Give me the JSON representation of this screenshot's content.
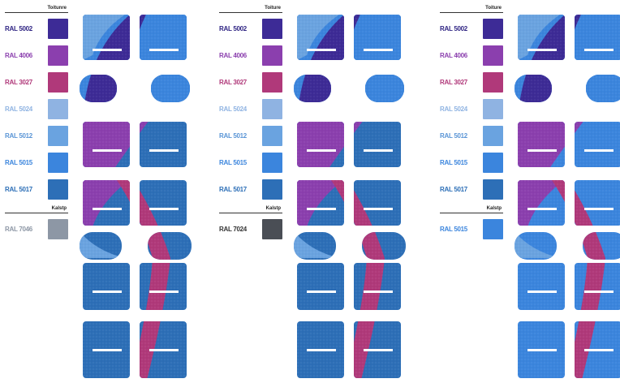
{
  "colors": {
    "RAL 5002": "#3d2b96",
    "RAL 4006": "#8b3fae",
    "RAL 3027": "#b0397a",
    "RAL 5024": "#8fb3e2",
    "RAL 5012": "#6aa3e0",
    "RAL 5015": "#3b85dd",
    "RAL 5017": "#2d6fb7",
    "RAL 7046": "#8d97a5",
    "RAL 7024": "#4a4e55"
  },
  "panels": [
    {
      "header": "Toitunre",
      "colors": [
        {
          "label": "RAL 5002",
          "hex": "#3d2b96",
          "text": "#2f2483"
        },
        {
          "label": "RAL 4006",
          "hex": "#8b3fae",
          "text": "#8b3fae"
        },
        {
          "label": "RAL 3027",
          "hex": "#b0397a",
          "text": "#b0397a"
        },
        {
          "label": "RAL 5024",
          "hex": "#8fb3e2",
          "text": "#8fb3e2"
        },
        {
          "label": "RAL 5012",
          "hex": "#6aa3e0",
          "text": "#5a95d6"
        },
        {
          "label": "RAL 5015",
          "hex": "#3b85dd",
          "text": "#3b85dd"
        },
        {
          "label": "RAL 5017",
          "hex": "#2d6fb7",
          "text": "#2d6fb7"
        }
      ],
      "secondary_header": "Kalstp",
      "secondary": [
        {
          "label": "RAL 7046",
          "hex": "#8d97a5",
          "text": "#8d97a5"
        }
      ]
    },
    {
      "header": "Toiture",
      "colors": [
        {
          "label": "RAL 5002",
          "hex": "#3d2b96",
          "text": "#2f2483"
        },
        {
          "label": "RAL 4006",
          "hex": "#8b3fae",
          "text": "#8b3fae"
        },
        {
          "label": "RAL 3027",
          "hex": "#b0397a",
          "text": "#b0397a"
        },
        {
          "label": "RAL 5024",
          "hex": "#8fb3e2",
          "text": "#8fb3e2"
        },
        {
          "label": "RAL 5012",
          "hex": "#6aa3e0",
          "text": "#5a95d6"
        },
        {
          "label": "RAL 5015",
          "hex": "#3b85dd",
          "text": "#3b85dd"
        },
        {
          "label": "RAL 5017",
          "hex": "#2d6fb7",
          "text": "#2d6fb7"
        }
      ],
      "secondary_header": "Kalstp",
      "secondary": [
        {
          "label": "RAL 7024",
          "hex": "#4a4e55",
          "text": "#333333"
        }
      ]
    },
    {
      "header": "Toiture",
      "colors": [
        {
          "label": "RAL 5002",
          "hex": "#3d2b96",
          "text": "#2f2483"
        },
        {
          "label": "RAL 4006",
          "hex": "#8b3fae",
          "text": "#8b3fae"
        },
        {
          "label": "RAL 3027",
          "hex": "#b0397a",
          "text": "#b0397a"
        },
        {
          "label": "RAL 5024",
          "hex": "#8fb3e2",
          "text": "#8fb3e2"
        },
        {
          "label": "RAL 5012",
          "hex": "#6aa3e0",
          "text": "#5a95d6"
        },
        {
          "label": "RAL 5015",
          "hex": "#3b85dd",
          "text": "#3b85dd"
        },
        {
          "label": "RAL 5017",
          "hex": "#2d6fb7",
          "text": "#2d6fb7"
        }
      ],
      "secondary_header": "Kalstp",
      "secondary": [
        {
          "label": "RAL 5015",
          "hex": "#3b85dd",
          "text": "#3b85dd"
        }
      ]
    }
  ]
}
